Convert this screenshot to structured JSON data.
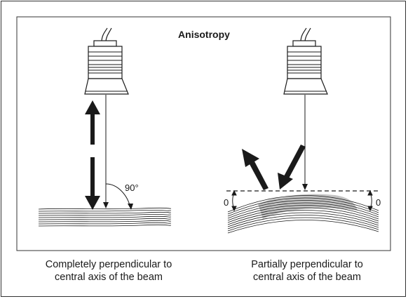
{
  "title": "Anisotropy",
  "left_panel": {
    "angle_label": "90°",
    "caption_line1": "Completely perpendicular to",
    "caption_line2": "central axis of the beam"
  },
  "right_panel": {
    "angle_label_left": "0",
    "angle_label_right": "0",
    "caption_line1": "Partially perpendicular to",
    "caption_line2": "central axis of the beam"
  },
  "colors": {
    "line": "#1a1a1a",
    "tissue_shade": "#b8b8b8",
    "frame": "#333333"
  }
}
